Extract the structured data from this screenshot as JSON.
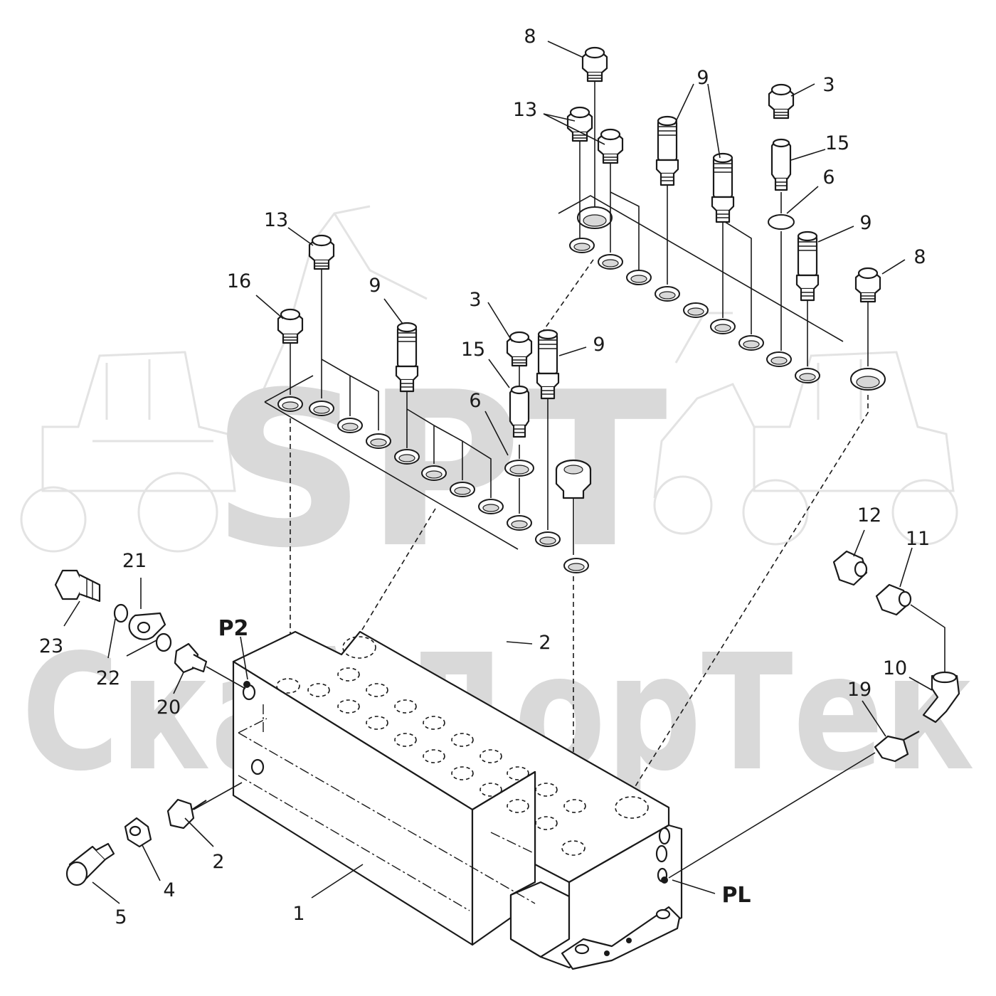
{
  "watermark": {
    "logo": "SPT",
    "company": "СкайДорТек",
    "colors": {
      "watermark": "#d9d9d9",
      "ink": "#1a1a1a",
      "background": "#ffffff"
    }
  },
  "port_labels": {
    "p2": "P2",
    "pl": "PL"
  },
  "callouts": {
    "c1": "1",
    "c2a": "2",
    "c2b": "2",
    "c3a": "3",
    "c3b": "3",
    "c4": "4",
    "c5": "5",
    "c6a": "6",
    "c6b": "6",
    "c8a": "8",
    "c8b": "8",
    "c9a": "9",
    "c9b": "9",
    "c9c": "9",
    "c9d": "9",
    "c10": "10",
    "c11": "11",
    "c12": "12",
    "c13a": "13",
    "c13b": "13",
    "c15a": "15",
    "c15b": "15",
    "c16": "16",
    "c19": "19",
    "c20": "20",
    "c21": "21",
    "c22": "22",
    "c23": "23"
  }
}
